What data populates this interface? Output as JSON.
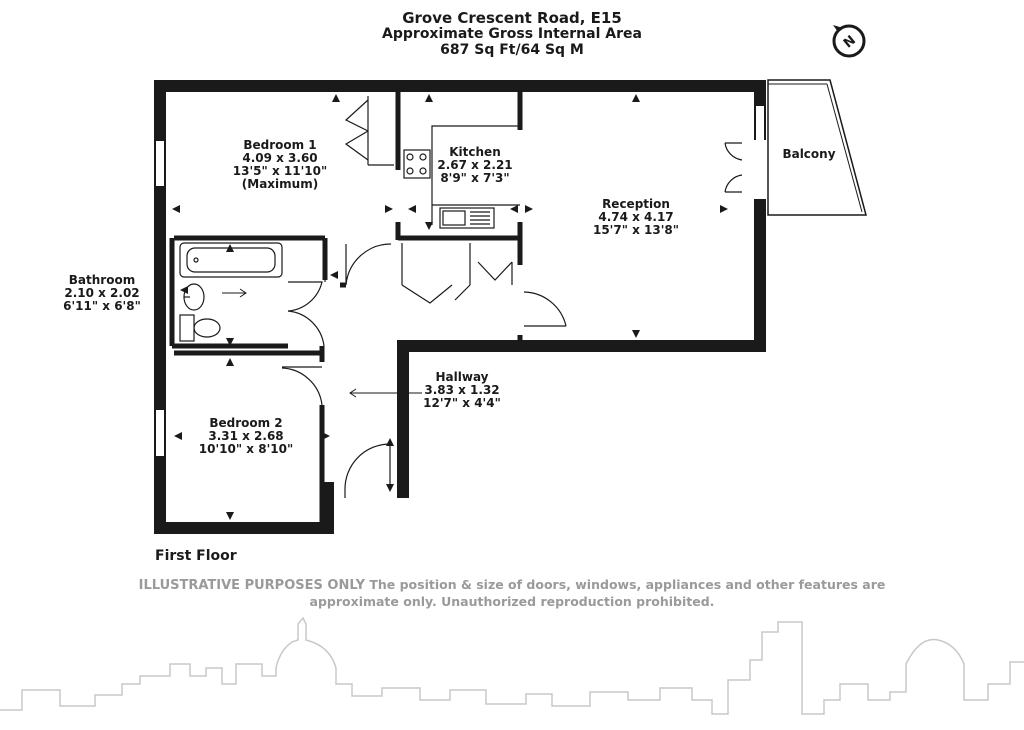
{
  "header": {
    "address": "Grove Crescent Road, E15",
    "area_title": "Approximate Gross Internal Area",
    "area_value": "687 Sq Ft/64 Sq M"
  },
  "compass": {
    "letter": "N",
    "icon": "north-arrow-icon"
  },
  "rooms": {
    "bedroom1": {
      "name": "Bedroom 1",
      "metric": "4.09 x 3.60",
      "imperial": "13'5\" x 11'10\"",
      "note": "(Maximum)"
    },
    "kitchen": {
      "name": "Kitchen",
      "metric": "2.67 x 2.21",
      "imperial": "8'9\" x 7'3\""
    },
    "reception": {
      "name": "Reception",
      "metric": "4.74 x 4.17",
      "imperial": "15'7\" x 13'8\""
    },
    "balcony": {
      "name": "Balcony"
    },
    "bathroom": {
      "name": "Bathroom",
      "metric": "2.10 x 2.02",
      "imperial": "6'11\" x 6'8\""
    },
    "hallway": {
      "name": "Hallway",
      "metric": "3.83 x 1.32",
      "imperial": "12'7\" x 4'4\""
    },
    "bedroom2": {
      "name": "Bedroom 2",
      "metric": "3.31 x 2.68",
      "imperial": "10'10\" x 8'10\""
    }
  },
  "floor_label": "First Floor",
  "disclaimer": {
    "lead": "ILLUSTRATIVE PURPOSES ONLY",
    "line1": "The position & size of doors, windows, appliances and other features are",
    "line2": "approximate only. Unauthorized reproduction prohibited."
  },
  "colors": {
    "wall": "#1a1a1a",
    "skyline": "#c8c8c8",
    "disclaimer": "#9a9a9a"
  }
}
